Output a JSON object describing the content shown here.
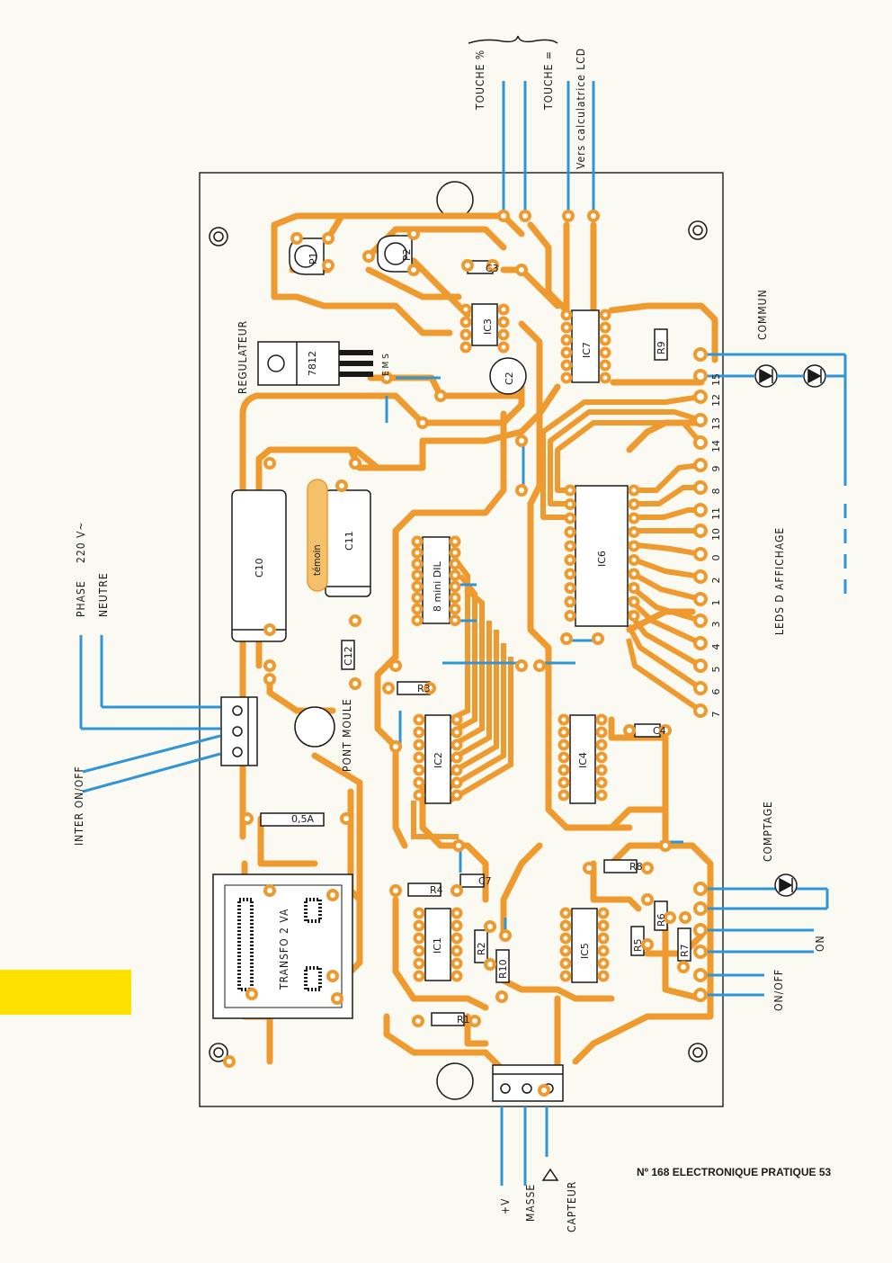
{
  "footer": "Nº 168 ELECTRONIQUE PRATIQUE 53",
  "colors": {
    "track": "#ef9a2e",
    "wire": "#2f95d6",
    "ink": "#1a1a1a",
    "paper": "#fbfaf2",
    "tab": "#ffe100"
  },
  "labels": {
    "phase": "PHASE",
    "neutre": "NEUTRE",
    "voltage": "220 V~",
    "inter": "INTER ON/OFF",
    "touche_pct": "TOUCHE %",
    "touche_eq": "TOUCHE =",
    "vers_calc": "Vers calculatrice LCD",
    "commun": "COMMUN",
    "leds": "LEDS D AFFICHAGE",
    "comptage": "COMPTAGE",
    "on": "ON",
    "onoff": "ON/OFF",
    "plus_v": "+V",
    "masse": "MASSE",
    "capteur": "CAPTEUR",
    "regulateur": "REGULATEUR",
    "pont_moule": "PONT MOULE",
    "transfo": "TRANSFO 2 VA",
    "temoin": "témoin",
    "ems": "E M S"
  },
  "components": {
    "reg": "7812",
    "p1": "P1",
    "p2": "P2",
    "ic3": "IC3",
    "ic7": "IC7",
    "c2": "C2",
    "r9": "R9",
    "c10": "C10",
    "c11": "C11",
    "c12": "C12",
    "dil": "8 mini DIL",
    "ic6": "IC6",
    "r3": "R3",
    "ic2": "IC2",
    "ic4": "IC4",
    "c4": "C4",
    "fuse": "0,5A",
    "r4": "R4",
    "c7": "C7",
    "r8": "R8",
    "ic1": "IC1",
    "r2": "R2",
    "r10": "R10",
    "ic5": "IC5",
    "r5": "R5",
    "r6": "R6",
    "r7": "R7",
    "r1": "R1",
    "c3": "C3"
  },
  "led_numbers": [
    "15",
    "12",
    "13",
    "14",
    "9",
    "8",
    "11",
    "10",
    "0",
    "2",
    "1",
    "3",
    "4",
    "5",
    "6",
    "7"
  ]
}
